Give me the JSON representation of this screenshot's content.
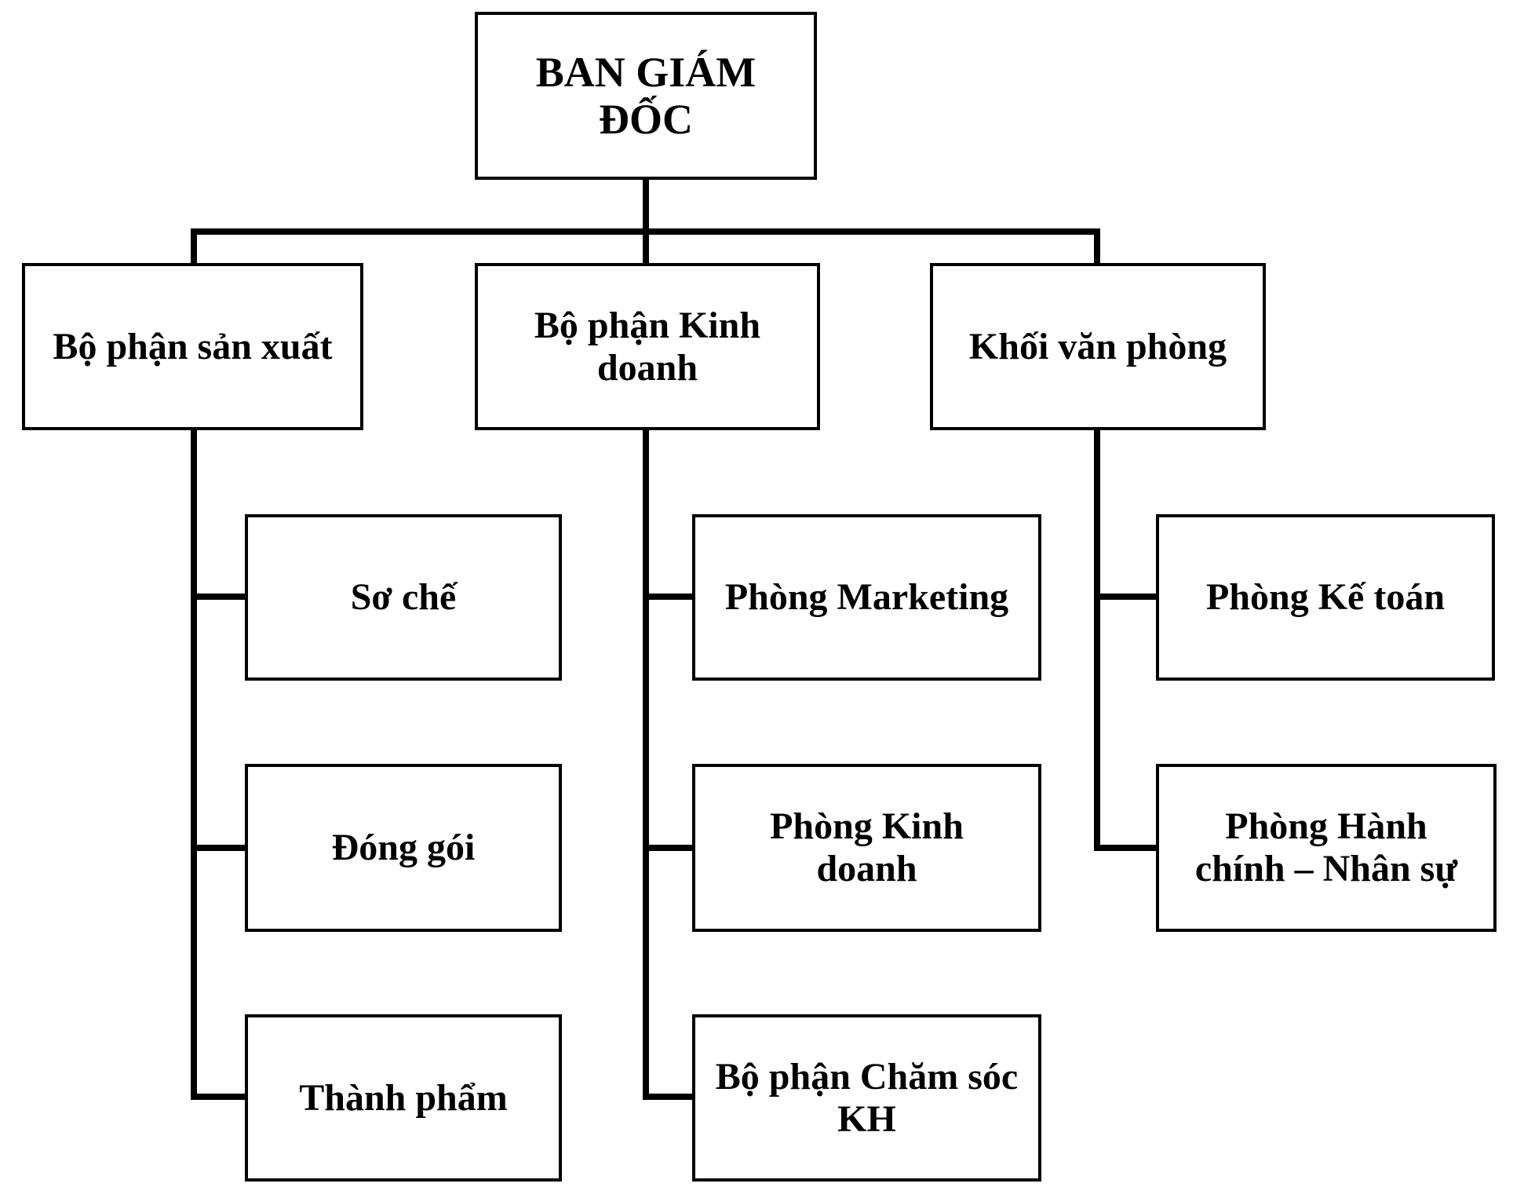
{
  "org": {
    "type": "org-chart",
    "colors": {
      "background": "#ffffff",
      "box_border": "#000000",
      "connector": "#000000",
      "text": "#000000"
    },
    "root": {
      "label": "BAN GIÁM ĐỐC"
    },
    "branches": [
      {
        "label": "Bộ phận sản xuất",
        "children": [
          "Sơ chế",
          "Đóng gói",
          "Thành phẩm"
        ]
      },
      {
        "label": "Bộ phận Kinh doanh",
        "children": [
          "Phòng Marketing",
          "Phòng Kinh doanh",
          "Bộ phận Chăm sóc KH"
        ]
      },
      {
        "label": "Khối văn phòng",
        "children": [
          "Phòng Kế toán",
          "Phòng Hành chính – Nhân sự"
        ]
      }
    ]
  }
}
